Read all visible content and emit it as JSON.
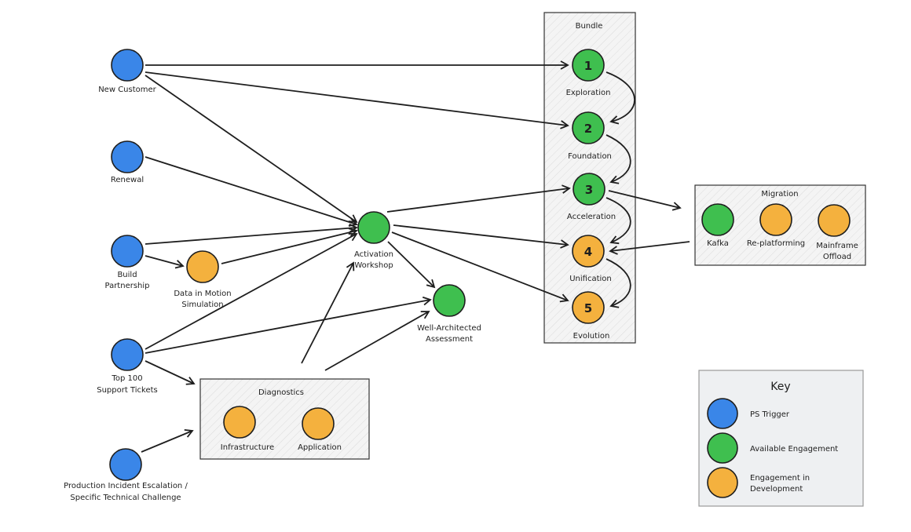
{
  "triggers": {
    "new_customer": "New Customer",
    "renewal": "Renewal",
    "build_partnership": [
      "Build",
      "Partnership"
    ],
    "top100": [
      "Top 100",
      "Support Tickets"
    ],
    "production": [
      "Production Incident Escalation /",
      "Specific Technical Challenge"
    ]
  },
  "engagements": {
    "data_in_motion": [
      "Data in Motion",
      "Simulation"
    ],
    "activation": [
      "Activation",
      "Workshop"
    ],
    "well_architected": [
      "Well-Architected",
      "Assessment"
    ]
  },
  "diagnostics": {
    "title": "Diagnostics",
    "items": [
      "Infrastructure",
      "Application"
    ]
  },
  "bundle": {
    "title": "Bundle",
    "steps": [
      {
        "num": "1",
        "label": "Exploration"
      },
      {
        "num": "2",
        "label": "Foundation"
      },
      {
        "num": "3",
        "label": "Acceleration"
      },
      {
        "num": "4",
        "label": "Unification"
      },
      {
        "num": "5",
        "label": "Evolution"
      }
    ]
  },
  "migration": {
    "title": "Migration",
    "items": [
      [
        "Kafka"
      ],
      [
        "Re-platforming"
      ],
      [
        "Mainframe",
        "Offload"
      ]
    ]
  },
  "key": {
    "title": "Key",
    "items": [
      [
        "PS Trigger"
      ],
      [
        "Available Engagement"
      ],
      [
        "Engagement in",
        "Development"
      ]
    ]
  },
  "colors": {
    "trigger": "#3a86e8",
    "available": "#3fbf4f",
    "in_development": "#f4b13e"
  }
}
